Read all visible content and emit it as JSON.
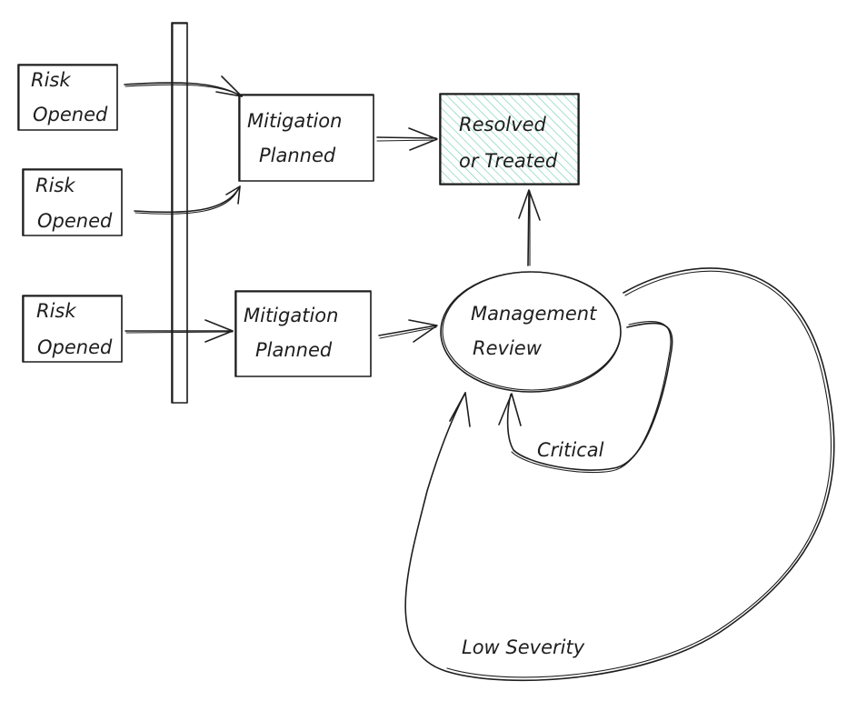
{
  "nodes": {
    "risk_1": {
      "line1": "Risk",
      "line2": "Opened"
    },
    "risk_2": {
      "line1": "Risk",
      "line2": "Opened"
    },
    "risk_3": {
      "line1": "Risk",
      "line2": "Opened"
    },
    "mitigation_1": {
      "line1": "Mitigation",
      "line2": "Planned"
    },
    "mitigation_2": {
      "line1": "Mitigation",
      "line2": "Planned"
    },
    "resolved": {
      "line1": "Resolved",
      "line2": "or Treated",
      "fill": "#7ed3b2"
    },
    "review": {
      "line1": "Management",
      "line2": "Review"
    }
  },
  "edges": {
    "critical": "Critical",
    "low_severity": "Low Severity"
  },
  "colors": {
    "ink": "#1e1e1e",
    "accent": "#7ed3b2"
  }
}
